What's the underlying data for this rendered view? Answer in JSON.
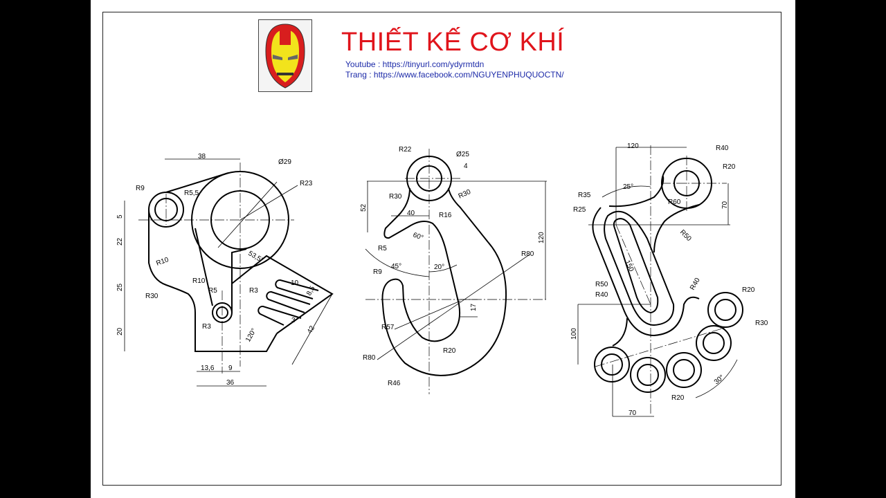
{
  "header": {
    "title": "THIẾT KẾ CƠ KHÍ",
    "youtube": "Youtube : https://tinyurl.com/ydyrmtdn",
    "facebook": "Trang : https://www.facebook.com/NGUYENPHUQUOCTN/"
  },
  "colors": {
    "title": "#e0141b",
    "links": "#1c2aa8",
    "logo_red": "#d81e1e",
    "logo_yellow": "#f2e31c"
  },
  "drawing1": {
    "labels": [
      "38",
      "Ø29",
      "R23",
      "R9",
      "R5,5",
      "5",
      "22",
      "25",
      "20",
      "R10",
      "R30",
      "R10",
      "R5",
      "R3",
      "10",
      "8,5",
      "3",
      "42",
      "120°",
      "53,5°",
      "R3",
      "13,6",
      "9",
      "36"
    ]
  },
  "drawing2": {
    "labels": [
      "R22",
      "Ø25",
      "4",
      "R30",
      "R30",
      "52",
      "40",
      "R16",
      "60°",
      "R5",
      "45°",
      "20°",
      "R9",
      "R80",
      "120",
      "R57",
      "17",
      "R20",
      "R80",
      "R46"
    ]
  },
  "drawing3": {
    "labels": [
      "120",
      "R40",
      "R20",
      "25°",
      "R35",
      "R25",
      "R60",
      "70",
      "R50",
      "150",
      "R50",
      "R40",
      "R40",
      "R20",
      "R30",
      "100",
      "R20",
      "30°",
      "70"
    ]
  }
}
